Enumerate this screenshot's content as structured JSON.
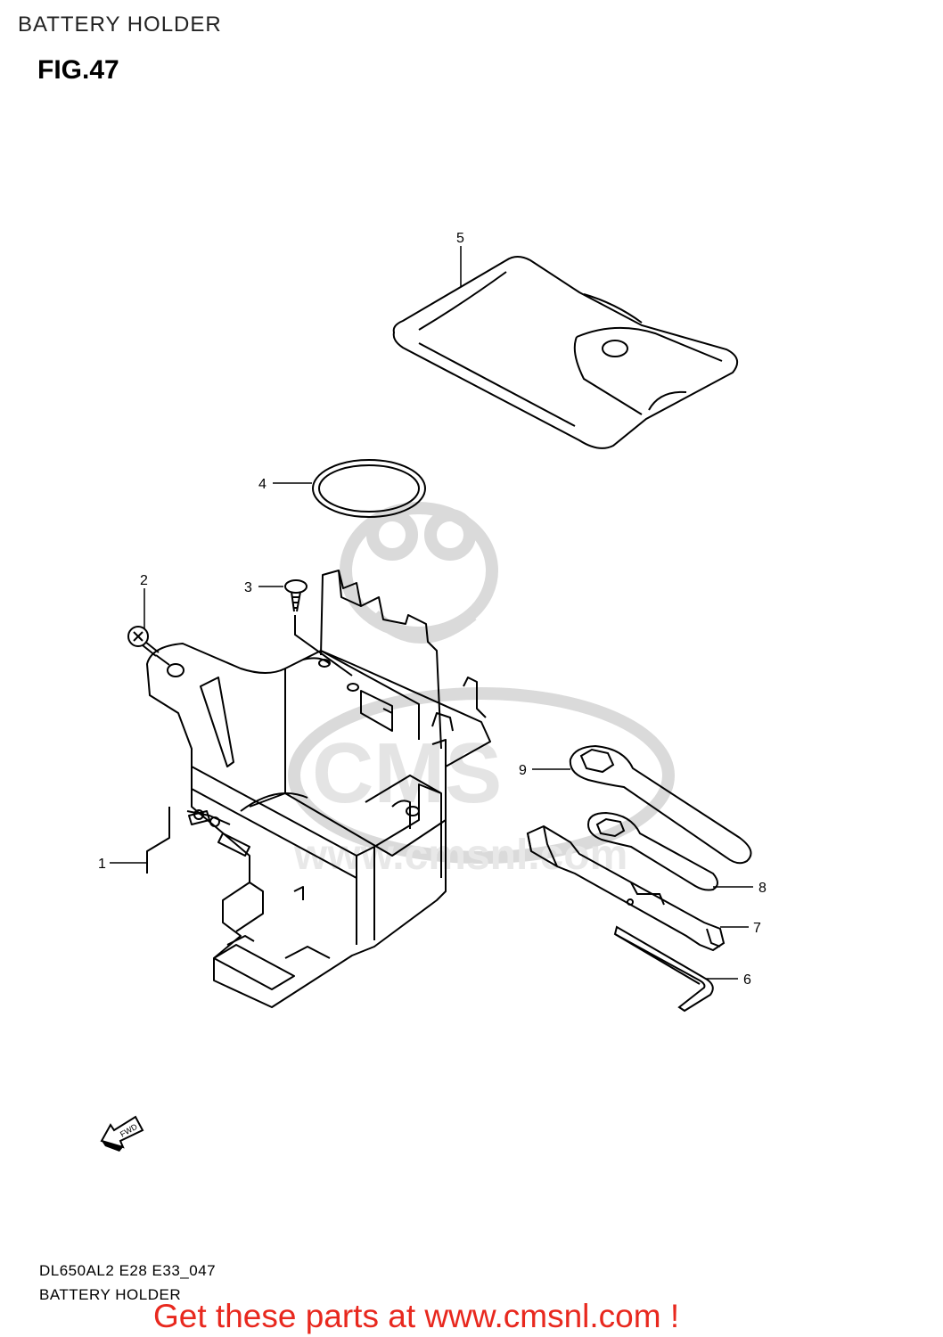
{
  "header": {
    "title": "BATTERY HOLDER"
  },
  "figure": {
    "label": "FIG.47"
  },
  "callouts": [
    {
      "number": "1",
      "part": "battery-holder-bracket"
    },
    {
      "number": "2",
      "part": "screw"
    },
    {
      "number": "3",
      "part": "tapping-screw"
    },
    {
      "number": "4",
      "part": "rubber-band"
    },
    {
      "number": "5",
      "part": "tool-bag"
    },
    {
      "number": "6",
      "part": "hex-wrench"
    },
    {
      "number": "7",
      "part": "box-wrench"
    },
    {
      "number": "8",
      "part": "ring-spanner"
    },
    {
      "number": "9",
      "part": "ring-spanner-large"
    }
  ],
  "fwd_arrow": {
    "label": "FWD"
  },
  "watermark": {
    "text": "CMS",
    "url_text": "www.cmsnl.com"
  },
  "footer": {
    "model_code": "DL650AL2 E28 E33_047",
    "title": "BATTERY HOLDER",
    "promo": "Get these parts at www.cmsnl.com !"
  },
  "colors": {
    "line": "#000000",
    "watermark": "#d9d9d9",
    "promo": "#e8281e"
  }
}
